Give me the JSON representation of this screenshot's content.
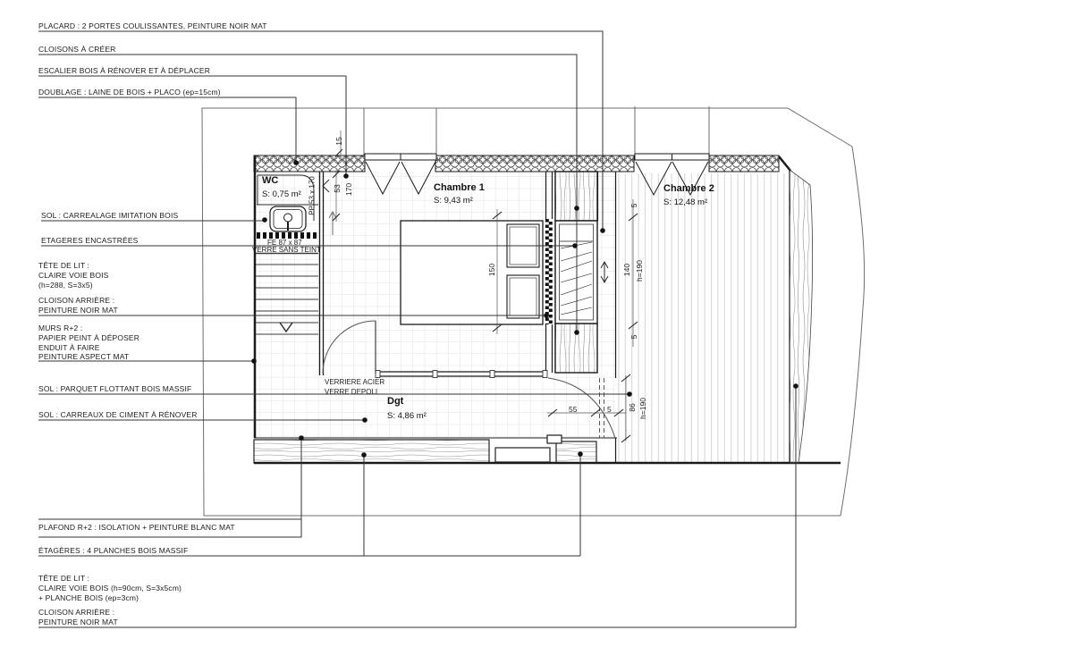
{
  "annotations": {
    "placard": "PLACARD : 2 PORTES COULISSANTES, PEINTURE NOIR MAT",
    "cloisons": "CLOISONS À CRÉER",
    "escalier": "ESCALIER BOIS À RÉNOVER ET À DÉPLACER",
    "doublage": "DOUBLAGE : LAINE DE BOIS + PLACO (ep=15cm)",
    "sol_carrelage": "SOL : CARREALAGE IMITATION BOIS",
    "etageres_encastrees": "ETAGERES ENCASTRÉES",
    "tete_de_lit_1": [
      "TÊTE DE LIT :",
      "CLAIRE VOIE BOIS",
      "(h=288, S=3x5)"
    ],
    "cloison_arriere_1": [
      "CLOISON ARRIÈRE :",
      "PEINTURE NOIR MAT"
    ],
    "murs_r2": [
      "MURS R+2 :",
      "PAPIER PEINT À DÉPOSER",
      "ENDUIT À FAIRE",
      "PEINTURE ASPECT MAT"
    ],
    "sol_parquet": "SOL : PARQUET FLOTTANT BOIS MASSIF",
    "sol_carreaux": "SOL : CARREAUX DE CIMENT À RÉNOVER",
    "plafond": "PLAFOND R+2 : ISOLATION + PEINTURE BLANC MAT",
    "etageres_planches": "ÉTAGÈRES : 4 PLANCHES BOIS MASSIF",
    "tete_de_lit_2": [
      "TÊTE DE LIT :",
      "CLAIRE VOIE BOIS (h=90cm, S=3x5cm)",
      "+ PLANCHE BOIS (ep=3cm)"
    ],
    "cloison_arriere_2": [
      "CLOISON ARRIÈRE :",
      "PEINTURE NOIR MAT"
    ]
  },
  "rooms": {
    "wc": {
      "name": "WC",
      "area": "S: 0,75 m²"
    },
    "chambre1": {
      "name": "Chambre 1",
      "area": "S: 9,43 m²"
    },
    "chambre2": {
      "name": "Chambre 2",
      "area": "S: 12,48 m²"
    },
    "dgt": {
      "name": "Dgt",
      "area": "S: 4,86 m²"
    }
  },
  "plan_labels": {
    "porte_wc": "PP 53 x 170",
    "fenetre_wc": "FE 87 x 87",
    "verre_sans_teint": "VERRE SANS TEINT",
    "verriere_acier": "VERRIERE ACIER",
    "verre_depoli": "VERRE DEPOLI"
  },
  "dimensions": {
    "doublage_ep": "15",
    "porte_l": "53",
    "porte_h": "170",
    "lit1": "150",
    "ch2_5a": "5",
    "ch2_140": "140",
    "ch2_h190": "h=190",
    "ch2_5b": "5",
    "porte2_55": "55",
    "porte2_5": "5",
    "porte2_86": "86",
    "porte2_h190": "h=190"
  },
  "colors": {
    "line": "#1a1a1a",
    "grid": "#e1e1e1",
    "plank": "#cfcfcf",
    "leader": "#333333"
  }
}
